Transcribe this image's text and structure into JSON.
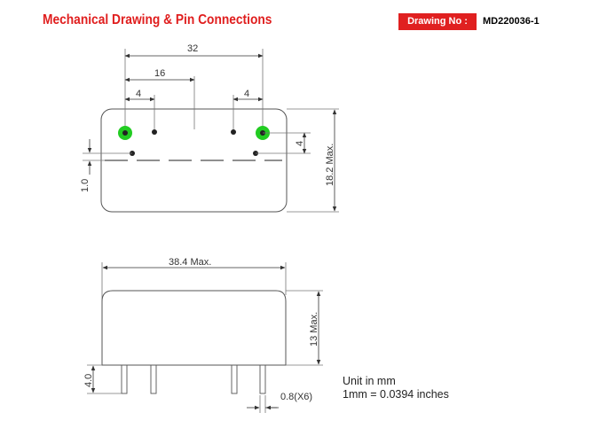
{
  "header": {
    "title": "Mechanical Drawing & Pin Connections",
    "drawing_no_label": "Drawing No :",
    "drawing_no_value": "MD220036-1"
  },
  "top_view": {
    "dim_32": "32",
    "dim_16": "16",
    "dim_4_left": "4",
    "dim_4_right": "4",
    "dim_4_vertical": "4",
    "dim_height": "18.2 Max.",
    "dim_1_0": "1.0"
  },
  "side_view": {
    "dim_width": "38.4 Max.",
    "dim_height": "13 Max.",
    "dim_pin_length": "4.0",
    "dim_pin_diameter": "0.8(X6)"
  },
  "notes": {
    "unit": "Unit in mm",
    "conversion": "1mm = 0.0394 inches"
  },
  "colors": {
    "title_red": "#e01e1e",
    "pin_highlight_green": "#22cc22",
    "outline": "#555555"
  }
}
